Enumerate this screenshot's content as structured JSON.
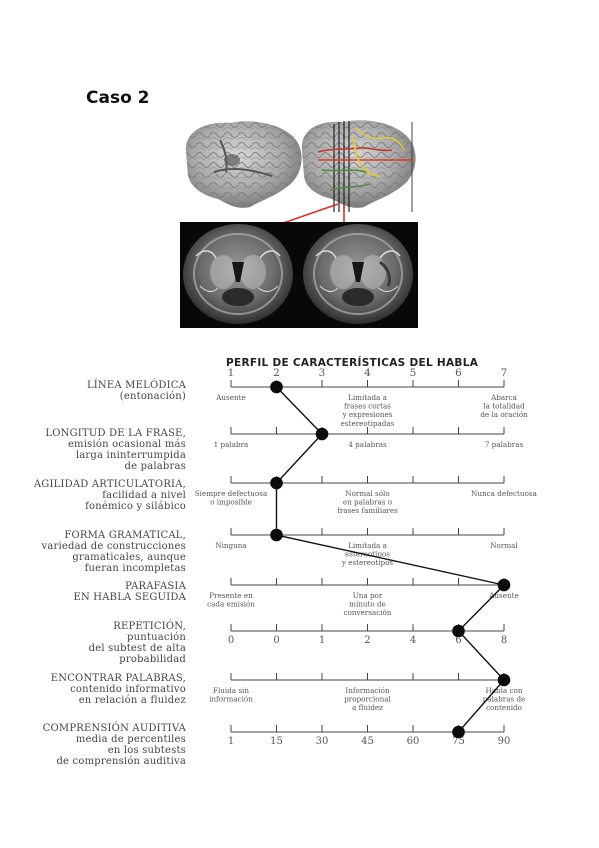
{
  "heading": "Caso 2",
  "profile_title": "PERFIL DE CARACTERÍSTICAS DEL HABLA",
  "top_scale": [
    "1",
    "2",
    "3",
    "4",
    "5",
    "6",
    "7"
  ],
  "rows": [
    {
      "label_lines": [
        "LÍNEA MELÓDICA",
        "(entonación)"
      ],
      "anchors": [
        {
          "text": [
            "Ausente"
          ]
        },
        {
          "text": [
            "Limitada a",
            "frases cortas",
            "y expresiones",
            "estereotipadas"
          ]
        },
        {
          "text": [
            "Abarca",
            "la totalidad",
            "de la oración"
          ]
        }
      ],
      "value": 2
    },
    {
      "label_lines": [
        "LONGITUD DE LA FRASE,",
        "emisión ocasional más",
        "larga ininterrumpida",
        "de palabras"
      ],
      "anchors": [
        {
          "text": [
            "1 palabra"
          ]
        },
        {
          "text": [
            "4 palabras"
          ]
        },
        {
          "text": [
            "7 palabras"
          ]
        }
      ],
      "value": 3
    },
    {
      "label_lines": [
        "AGILIDAD ARTICULATORIA,",
        "facilidad a nivel",
        "fonémico y silábico"
      ],
      "anchors": [
        {
          "text": [
            "Siempre defectuosa",
            "o imposible"
          ]
        },
        {
          "text": [
            "Normal sólo",
            "en palabras o",
            "frases familiares"
          ]
        },
        {
          "text": [
            "Nunca defectuosa"
          ]
        }
      ],
      "value": 2
    },
    {
      "label_lines": [
        "FORMA GRAMATICAL,",
        "variedad de construcciones",
        "gramaticales, aunque",
        "fueran incompletas"
      ],
      "anchors": [
        {
          "text": [
            "Ninguna"
          ]
        },
        {
          "text": [
            "Limitada a",
            "estereotipos",
            "y estereotipos"
          ]
        },
        {
          "text": [
            "Normal"
          ]
        }
      ],
      "value": 2
    },
    {
      "label_lines": [
        "PARAFASIA",
        "EN HABLA SEGUIDA"
      ],
      "anchors": [
        {
          "text": [
            "Presente en",
            "cada emisión"
          ]
        },
        {
          "text": [
            "Una por",
            "minuto de",
            "conversación"
          ]
        },
        {
          "text": [
            "Ausente"
          ]
        }
      ],
      "value": 7
    },
    {
      "label_lines": [
        "REPETICIÓN,",
        "puntuación",
        "del subtest de alta",
        "probabilidad"
      ],
      "scale": [
        "0",
        "0",
        "1",
        "2",
        "4",
        "6",
        "8"
      ],
      "value": 6
    },
    {
      "label_lines": [
        "ENCONTRAR PALABRAS,",
        "contenido informativo",
        "en relación a fluidez"
      ],
      "anchors": [
        {
          "text": [
            "Fluida sin",
            "información"
          ]
        },
        {
          "text": [
            "Información",
            "proporcional",
            "a fluidez"
          ]
        },
        {
          "text": [
            "Habla con",
            "palabras de",
            "contenido"
          ]
        }
      ],
      "value": 7
    },
    {
      "label_lines": [
        "COMPRENSIÓN AUDITIVA",
        "media de percentiles",
        "en los subtests",
        "de comprensión auditiva"
      ],
      "scale": [
        "1",
        "15",
        "30",
        "45",
        "60",
        "75",
        "90"
      ],
      "value": 6
    }
  ]
}
